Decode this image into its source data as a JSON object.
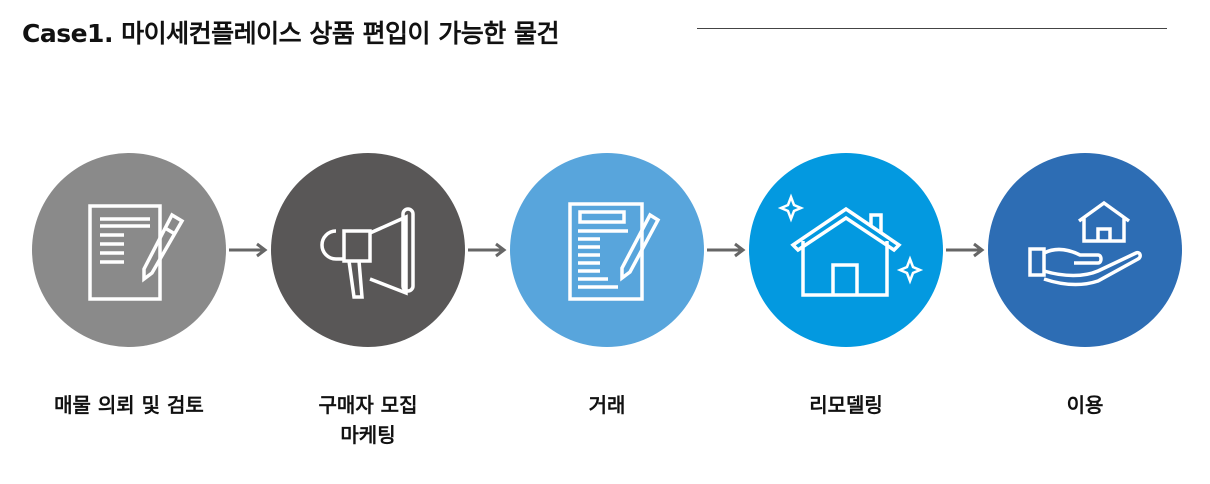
{
  "header": {
    "title": "Case1. 마이세컨플레이스 상품 편입이 가능한 물건"
  },
  "steps": [
    {
      "label": "매물 의뢰 및 검토",
      "icon": "document-pen-icon",
      "color": "#8a8a8a"
    },
    {
      "label": "구매자 모집",
      "label2": "마케팅",
      "icon": "megaphone-icon",
      "color": "#595757"
    },
    {
      "label": "거래",
      "icon": "contract-icon",
      "color": "#58a5dc"
    },
    {
      "label": "리모델링",
      "icon": "house-sparkle-icon",
      "color": "#0399e0"
    },
    {
      "label": "이용",
      "icon": "hand-house-icon",
      "color": "#2d6db4"
    }
  ]
}
